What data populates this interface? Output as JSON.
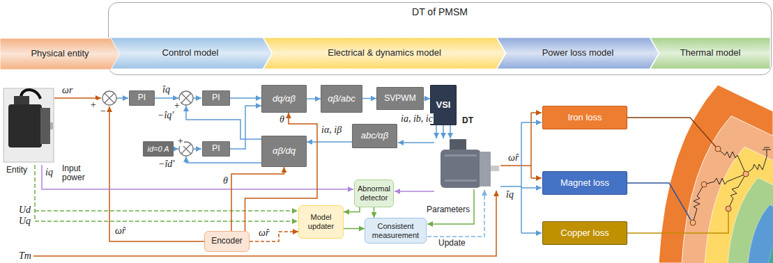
{
  "diagram": {
    "nodes": [
      {
        "text": [
          "DT of PMSM"
        ]
      },
      {
        "text": [
          "Physical entity"
        ]
      },
      {
        "text": [
          "Control model"
        ],
        "in": 0
      },
      {
        "text": [
          "Electrical & dynamics model"
        ],
        "in": 0
      },
      {
        "text": [
          "Power loss model"
        ],
        "in": 0
      },
      {
        "text": [
          "Thermal model"
        ],
        "in": 0
      },
      {
        "text": [
          "PI"
        ]
      },
      {
        "text": [
          "PI"
        ]
      },
      {
        "text": [
          "dq/αβ"
        ]
      },
      {
        "text": [
          "αβ/abc"
        ]
      },
      {
        "text": [
          "SVPWM"
        ]
      },
      {
        "text": [
          "VSI"
        ]
      },
      {
        "text": [
          "id=0 A"
        ]
      },
      {
        "text": [
          "PI"
        ]
      },
      {
        "text": [
          "αβ/dq"
        ]
      },
      {
        "text": [
          "abc/αβ"
        ]
      },
      {
        "text": [
          "Abnormal detector"
        ]
      },
      {
        "text": [
          "Model updater"
        ]
      },
      {
        "text": [
          "Consistent measurement"
        ]
      },
      {
        "text": [
          "Encoder"
        ]
      },
      {
        "text": [
          "Iron loss"
        ]
      },
      {
        "text": [
          "Magnet loss"
        ]
      },
      {
        "text": [
          "Copper loss"
        ]
      }
    ],
    "edges": [
      {
        "from": 7,
        "to": 8,
        "arrow": "to"
      },
      {
        "from": 13,
        "to": 8,
        "arrow": "to"
      },
      {
        "from": 8,
        "to": 9,
        "arrow": "to"
      },
      {
        "from": 9,
        "to": 10,
        "arrow": "to"
      },
      {
        "from": 10,
        "to": 11,
        "arrow": "to"
      },
      {
        "from": 15,
        "to": 14,
        "arrow": "to"
      },
      {
        "from": 19,
        "to": 14,
        "arrow": "to"
      },
      {
        "from": 19,
        "to": 8,
        "arrow": "to"
      },
      {
        "from": 19,
        "to": 17,
        "label": "ω̂r",
        "arrow": "to"
      },
      {
        "from": 17,
        "to": 18,
        "arrow": "to"
      },
      {
        "from": 16,
        "to": 18,
        "arrow": "to"
      },
      {
        "from": 16,
        "to": 17,
        "arrow": "to"
      }
    ],
    "labels": [
      "ωr",
      "+",
      "−",
      "îq",
      "+",
      "−îq′",
      "+",
      "−îd′",
      "θ",
      "iα, iβ",
      "ia, ib, ic",
      "DT",
      "Entity",
      "iq",
      "Input power",
      "Ud",
      "Uq",
      "θ",
      "ω̂r",
      "Tm",
      "Parameters",
      "Update",
      "ω̂r",
      "îq"
    ]
  }
}
